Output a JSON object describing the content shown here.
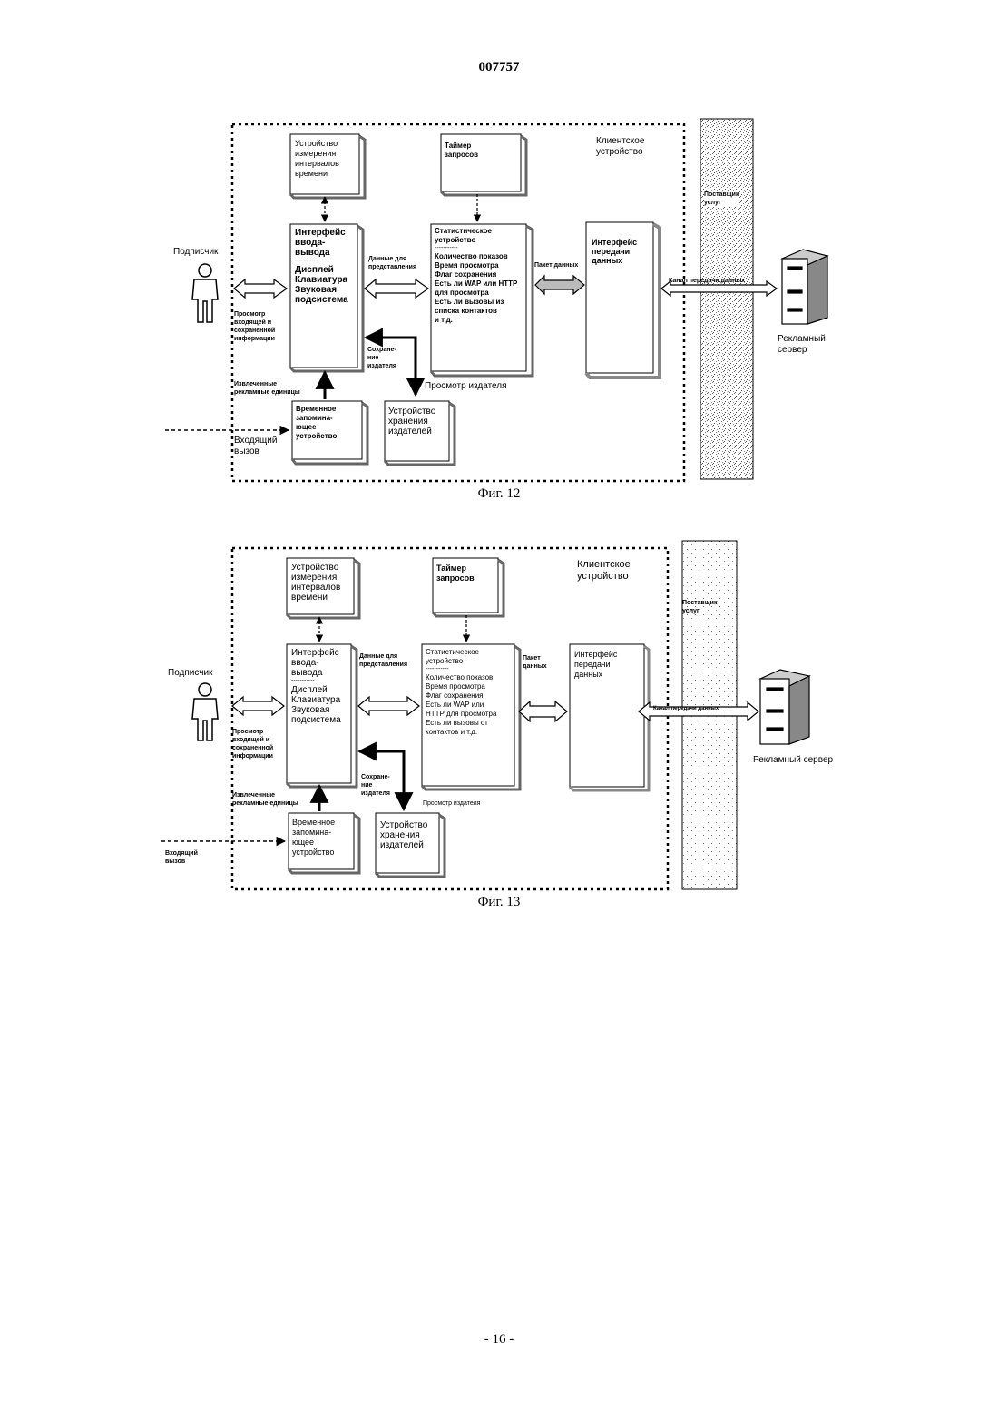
{
  "document": {
    "number": "007757",
    "page_number": "- 16 -"
  },
  "fig12": {
    "caption": "Фиг. 12",
    "client_device": "Клиентское\nустройство",
    "timer_box": "Устройство\nизмерения\nинтервалов\nвремени",
    "request_timer": "Таймер\nзапросов",
    "io_interface_title": "Интерфейс\nввода-\nвывода",
    "io_interface_sep": "-----------",
    "io_interface_body": "Дисплей\nКлавиатура\nЗвуковая\nподсистема",
    "stat_device_title": "Статистическое\nустройство",
    "stat_device_sep": "-----------",
    "stat_device_body": "Количество показов\nВремя просмотра\nФлаг сохранения\nЕсть ли WAP или HTTP\nдля просмотра\nЕсть ли вызовы из\nсписка контактов\nи т.д.",
    "data_interface": "Интерфейс\nпередачи\nданных",
    "service_provider": "Поставщик\nуслуг",
    "subscriber": "Подписчик",
    "view_info": "Просмотр\nвходящей и\nсохраненной\nинформации",
    "data_for_display": "Данные для\nпредставления",
    "data_packet": "Пакет данных",
    "data_channel": "Канал передачи данных",
    "ad_server": "Рекламный\nсервер",
    "save_publisher": "Сохране-\nние\nиздателя",
    "publisher_view": "Просмотр издателя",
    "extracted_units": "Извлеченные\nрекламные единицы",
    "temp_storage": "Временное\nзапомина-\nющее\nустройство",
    "publisher_storage": "Устройство\nхранения\nиздателей",
    "incoming_call": "Входящий\nвызов"
  },
  "fig13": {
    "caption": "Фиг. 13",
    "client_device": "Клиентское\nустройство",
    "timer_box": "Устройство\nизмерения\nинтервалов\nвремени",
    "request_timer": "Таймер\nзапросов",
    "io_interface_title": "Интерфейс\nввода-\nвывода",
    "io_interface_sep": "-----------",
    "io_interface_body": "Дисплей\nКлавиатура\nЗвуковая\nподсистема",
    "stat_device_title": "Статистическое\nустройство",
    "stat_device_sep": "-----------",
    "stat_device_body": "Количество показов\nВремя просмотра\nФлаг сохранения\nЕсть ли WAP или\nHTTP для просмотра\nЕсть ли вызовы от\nконтактов и т.д.",
    "data_interface": "Интерфейс\nпередачи\nданных",
    "service_provider": "Поставщик\nуслуг",
    "subscriber": "Подписчик",
    "view_info": "Просмотр\nвходящей и\nсохраненной\nинформации",
    "data_for_display": "Данные для\nпредставления",
    "data_packet": "Пакет\nданных",
    "data_channel": "Канал передачи данных",
    "ad_server": "Рекламный сервер",
    "save_publisher": "Сохране-\nние\nиздателя",
    "publisher_view": "Просмотр издателя",
    "extracted_units": "Извлеченные\nрекламные единицы",
    "temp_storage": "Временное\nзапомина-\nющее\nустройство",
    "publisher_storage": "Устройство\nхранения\nиздателей",
    "incoming_call": "Входящий\nвызов"
  }
}
